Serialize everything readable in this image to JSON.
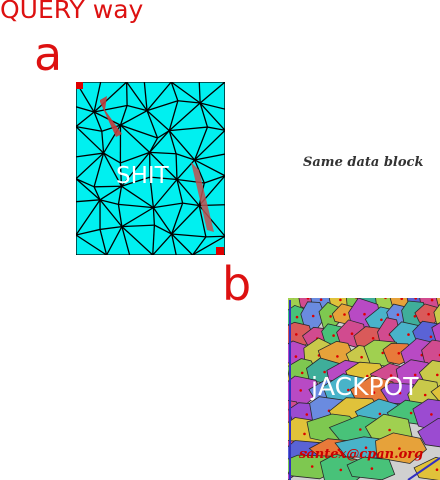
{
  "title": "QUERY way",
  "point_a_label": "a",
  "point_b_label": "b",
  "caption": "Same data block",
  "triangulation_panel": {
    "overlay_text": "SHIT",
    "fill_color": "#00f0f0",
    "edge_color": "#000000",
    "path_color": "#cc3333"
  },
  "voronoi_panel": {
    "overlay_text": "jACKPOT",
    "credit": "santex@cpan.org"
  },
  "colors": {
    "label_red": "#dd1111",
    "marker_red": "#dd0000"
  }
}
